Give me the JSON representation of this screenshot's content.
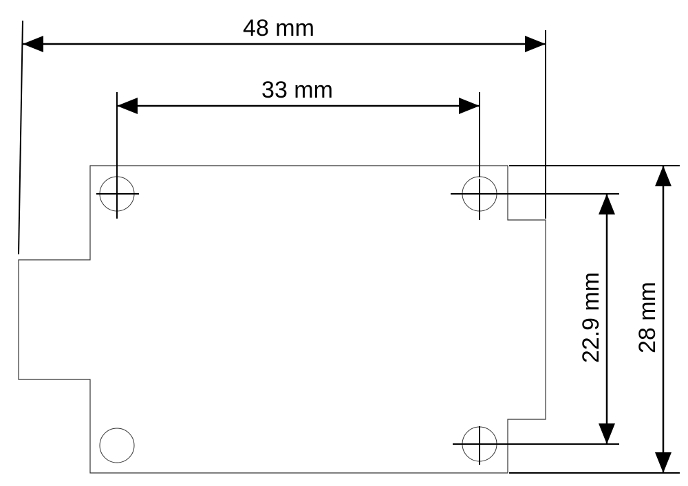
{
  "dimensions": {
    "overall_width": "48 mm",
    "hole_spacing_x": "33 mm",
    "hole_spacing_y": "22.9 mm",
    "overall_height": "28 mm"
  },
  "colors": {
    "line": "#000000",
    "outline": "#333333",
    "background": "#ffffff"
  }
}
